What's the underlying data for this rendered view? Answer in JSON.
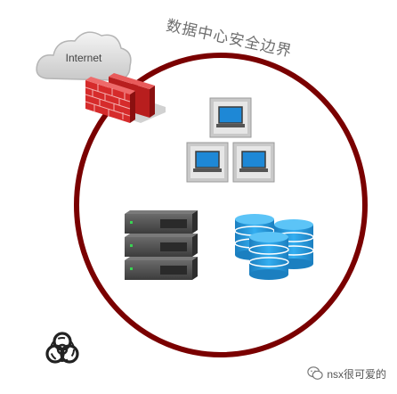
{
  "boundary": {
    "label": "数据中心安全边界"
  },
  "internet": {
    "label": "Internet"
  },
  "watermark": {
    "text": "nsx很可爱的"
  },
  "colors": {
    "boundary_ring": "#7a0000",
    "firewall_brick": "#d62b2b",
    "monitor_frame": "#c9c9c9",
    "monitor_screen": "#1e88d6",
    "server": "#4a4a4a",
    "server_led": "#39d353",
    "database": "#2a9fe0",
    "biohazard": "#222222"
  },
  "icons": [
    "cloud-icon",
    "firewall-icon",
    "computer-icon",
    "server-rack-icon",
    "database-icon",
    "biohazard-icon",
    "wechat-icon"
  ]
}
